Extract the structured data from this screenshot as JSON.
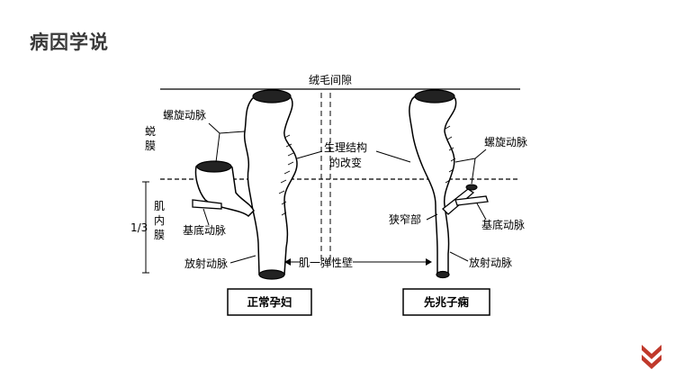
{
  "slide": {
    "title": "病因学说"
  },
  "diagram": {
    "top_label": "绒毛间隙",
    "decidua_label": "蜕膜",
    "myometrium_label": "肌内膜",
    "fraction_label": "1/3",
    "left": {
      "spiral_artery": "螺旋动脉",
      "basal_artery": "基底动脉",
      "radial_artery": "放射动脉",
      "caption": "正常孕妇"
    },
    "right": {
      "spiral_artery": "螺旋动脉",
      "narrow_part": "狭窄部",
      "basal_artery": "基底动脉",
      "radial_artery": "放射动脉",
      "caption": "先兆子痫"
    },
    "center": {
      "change_line1": "生理结构",
      "change_line2": "的改变",
      "wall_label": "肌一弹性壁"
    }
  },
  "nav": {
    "icon": "double-chevron-down-icon",
    "color": "#c0392b"
  }
}
